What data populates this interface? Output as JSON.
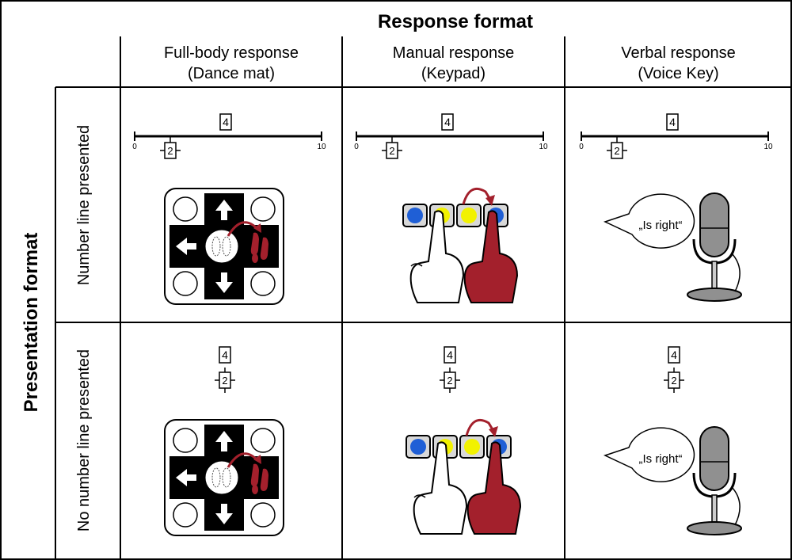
{
  "response_format": "Response format",
  "presentation_format": "Presentation format",
  "columns": [
    {
      "line1": "Full-body response",
      "line2": "(Dance mat)"
    },
    {
      "line1": "Manual response",
      "line2": "(Keypad)"
    },
    {
      "line1": "Verbal response",
      "line2": "(Voice Key)"
    }
  ],
  "rows": [
    {
      "label": "Number line presented"
    },
    {
      "label": "No number line presented"
    }
  ],
  "stimulus": {
    "target": "4",
    "anchor": "2",
    "min": "0",
    "max": "10"
  },
  "speech": "„Is right“",
  "colors": {
    "red": "#a3202c",
    "blue": "#1f5fd6",
    "yellow": "#f2f200",
    "black": "#000000",
    "grey": "#909090"
  }
}
